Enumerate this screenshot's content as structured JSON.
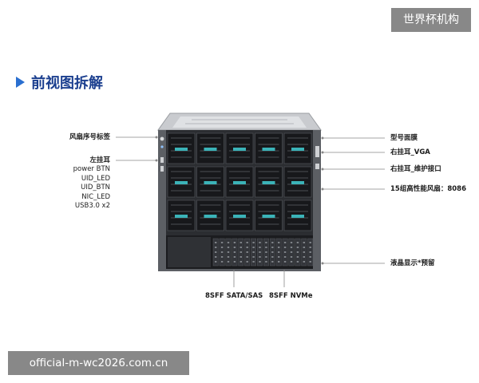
{
  "watermarks": {
    "top": "世界杯机构",
    "bottom": "official-m-wc2026.com.cn"
  },
  "section_title": "前视图拆解",
  "labels_left": {
    "fan_label": "风扇序号标签",
    "left_ear_title": "左挂耳",
    "left_ear_items": [
      "power BTN",
      "UID_LED",
      "UID_BTN",
      "NIC_LED",
      "USB3.0 x2"
    ]
  },
  "labels_right": {
    "model_panel": "型号面膜",
    "right_ear_vga": "右挂耳_VGA",
    "right_ear_maint": "右挂耳_维护接口",
    "fans": "15组高性能风扇：8086",
    "lcd": "液晶显示*预留"
  },
  "labels_bottom": {
    "sata_sas": "8SFF SATA/SAS",
    "nvme": "8SFF NVMe"
  },
  "colors": {
    "accent": "#2a6fd0",
    "title": "#1b3f8f",
    "fan_teal": "#3bb3b8",
    "chassis": "#2b2d31"
  }
}
